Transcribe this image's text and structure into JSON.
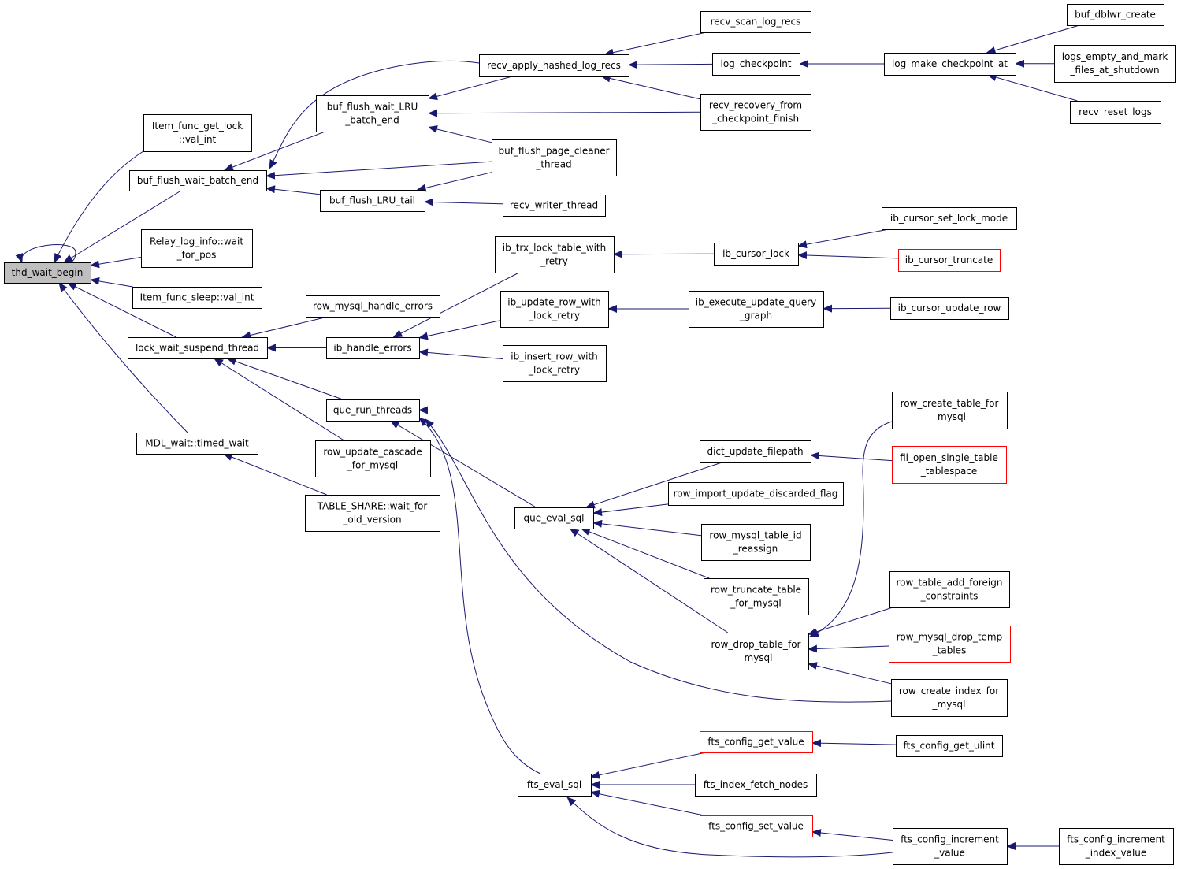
{
  "colors": {
    "edge": "#191970",
    "box_border": "#000000",
    "truncated_border": "#ff0000",
    "root_fill": "#bfbfbf"
  },
  "nodes": [
    {
      "id": "thd_wait_begin",
      "lines": [
        "thd_wait_begin"
      ],
      "root": true
    },
    {
      "id": "item_func_get_lock",
      "lines": [
        "Item_func_get_lock",
        "::val_int"
      ]
    },
    {
      "id": "buf_flush_wait_batch_end",
      "lines": [
        "buf_flush_wait_batch_end"
      ]
    },
    {
      "id": "relay_log_info_wait",
      "lines": [
        "Relay_log_info::wait",
        "_for_pos"
      ]
    },
    {
      "id": "item_func_sleep",
      "lines": [
        "Item_func_sleep::val_int"
      ]
    },
    {
      "id": "lock_wait_suspend_thread",
      "lines": [
        "lock_wait_suspend_thread"
      ]
    },
    {
      "id": "mdl_wait_timed_wait",
      "lines": [
        "MDL_wait::timed_wait"
      ]
    },
    {
      "id": "buf_flush_wait_lru_batch_end",
      "lines": [
        "buf_flush_wait_LRU",
        "_batch_end"
      ]
    },
    {
      "id": "buf_flush_lru_tail",
      "lines": [
        "buf_flush_LRU_tail"
      ]
    },
    {
      "id": "row_mysql_handle_errors",
      "lines": [
        "row_mysql_handle_errors"
      ]
    },
    {
      "id": "ib_handle_errors",
      "lines": [
        "ib_handle_errors"
      ]
    },
    {
      "id": "que_run_threads",
      "lines": [
        "que_run_threads"
      ]
    },
    {
      "id": "row_update_cascade_for_mysql",
      "lines": [
        "row_update_cascade",
        "_for_mysql"
      ]
    },
    {
      "id": "table_share_wait_for_old_version",
      "lines": [
        "TABLE_SHARE::wait_for",
        "_old_version"
      ]
    },
    {
      "id": "recv_apply_hashed_log_recs",
      "lines": [
        "recv_apply_hashed_log_recs"
      ]
    },
    {
      "id": "buf_flush_page_cleaner_thread",
      "lines": [
        "buf_flush_page_cleaner",
        "_thread"
      ]
    },
    {
      "id": "recv_writer_thread",
      "lines": [
        "recv_writer_thread"
      ]
    },
    {
      "id": "ib_trx_lock_table_with_retry",
      "lines": [
        "ib_trx_lock_table_with",
        "_retry"
      ]
    },
    {
      "id": "ib_update_row_with_lock_retry",
      "lines": [
        "ib_update_row_with",
        "_lock_retry"
      ]
    },
    {
      "id": "ib_insert_row_with_lock_retry",
      "lines": [
        "ib_insert_row_with",
        "_lock_retry"
      ]
    },
    {
      "id": "que_eval_sql",
      "lines": [
        "que_eval_sql"
      ]
    },
    {
      "id": "fts_eval_sql",
      "lines": [
        "fts_eval_sql"
      ]
    },
    {
      "id": "recv_scan_log_recs",
      "lines": [
        "recv_scan_log_recs"
      ]
    },
    {
      "id": "log_checkpoint",
      "lines": [
        "log_checkpoint"
      ]
    },
    {
      "id": "recv_recovery_from_checkpoint_finish",
      "lines": [
        "recv_recovery_from",
        "_checkpoint_finish"
      ]
    },
    {
      "id": "ib_cursor_lock",
      "lines": [
        "ib_cursor_lock"
      ]
    },
    {
      "id": "ib_execute_update_query_graph",
      "lines": [
        "ib_execute_update_query",
        "_graph"
      ]
    },
    {
      "id": "dict_update_filepath",
      "lines": [
        "dict_update_filepath"
      ]
    },
    {
      "id": "row_import_update_discarded_flag",
      "lines": [
        "row_import_update_discarded_flag"
      ]
    },
    {
      "id": "row_mysql_table_id_reassign",
      "lines": [
        "row_mysql_table_id",
        "_reassign"
      ]
    },
    {
      "id": "row_truncate_table_for_mysql",
      "lines": [
        "row_truncate_table",
        "_for_mysql"
      ]
    },
    {
      "id": "row_drop_table_for_mysql",
      "lines": [
        "row_drop_table_for",
        "_mysql"
      ]
    },
    {
      "id": "fts_config_get_value",
      "lines": [
        "fts_config_get_value"
      ],
      "truncated": true
    },
    {
      "id": "fts_index_fetch_nodes",
      "lines": [
        "fts_index_fetch_nodes"
      ]
    },
    {
      "id": "fts_config_set_value",
      "lines": [
        "fts_config_set_value"
      ],
      "truncated": true
    },
    {
      "id": "log_make_checkpoint_at",
      "lines": [
        "log_make_checkpoint_at"
      ]
    },
    {
      "id": "ib_cursor_set_lock_mode",
      "lines": [
        "ib_cursor_set_lock_mode"
      ]
    },
    {
      "id": "ib_cursor_truncate",
      "lines": [
        "ib_cursor_truncate"
      ],
      "truncated": true
    },
    {
      "id": "ib_cursor_update_row",
      "lines": [
        "ib_cursor_update_row"
      ]
    },
    {
      "id": "row_create_table_for_mysql",
      "lines": [
        "row_create_table_for",
        "_mysql"
      ]
    },
    {
      "id": "fil_open_single_table_tablespace",
      "lines": [
        "fil_open_single_table",
        "_tablespace"
      ],
      "truncated": true
    },
    {
      "id": "row_table_add_foreign_constraints",
      "lines": [
        "row_table_add_foreign",
        "_constraints"
      ]
    },
    {
      "id": "row_mysql_drop_temp_tables",
      "lines": [
        "row_mysql_drop_temp",
        "_tables"
      ],
      "truncated": true
    },
    {
      "id": "row_create_index_for_mysql",
      "lines": [
        "row_create_index_for",
        "_mysql"
      ]
    },
    {
      "id": "fts_config_get_ulint",
      "lines": [
        "fts_config_get_ulint"
      ]
    },
    {
      "id": "fts_config_increment_value",
      "lines": [
        "fts_config_increment",
        "_value"
      ]
    },
    {
      "id": "buf_dblwr_create",
      "lines": [
        "buf_dblwr_create"
      ]
    },
    {
      "id": "logs_empty_and_mark_files_at_shutdown",
      "lines": [
        "logs_empty_and_mark",
        "_files_at_shutdown"
      ]
    },
    {
      "id": "recv_reset_logs",
      "lines": [
        "recv_reset_logs"
      ]
    },
    {
      "id": "fts_config_increment_index_value",
      "lines": [
        "fts_config_increment",
        "_index_value"
      ]
    }
  ],
  "edges": [
    [
      "thd_wait_begin",
      "thd_wait_begin"
    ],
    [
      "thd_wait_begin",
      "item_func_get_lock"
    ],
    [
      "thd_wait_begin",
      "buf_flush_wait_batch_end"
    ],
    [
      "thd_wait_begin",
      "relay_log_info_wait"
    ],
    [
      "thd_wait_begin",
      "item_func_sleep"
    ],
    [
      "thd_wait_begin",
      "lock_wait_suspend_thread"
    ],
    [
      "thd_wait_begin",
      "mdl_wait_timed_wait"
    ],
    [
      "buf_flush_wait_batch_end",
      "recv_apply_hashed_log_recs"
    ],
    [
      "buf_flush_wait_batch_end",
      "buf_flush_wait_lru_batch_end"
    ],
    [
      "buf_flush_wait_batch_end",
      "buf_flush_page_cleaner_thread"
    ],
    [
      "buf_flush_wait_batch_end",
      "buf_flush_lru_tail"
    ],
    [
      "buf_flush_wait_lru_batch_end",
      "recv_apply_hashed_log_recs"
    ],
    [
      "buf_flush_wait_lru_batch_end",
      "recv_recovery_from_checkpoint_finish"
    ],
    [
      "buf_flush_wait_lru_batch_end",
      "buf_flush_page_cleaner_thread"
    ],
    [
      "buf_flush_lru_tail",
      "buf_flush_page_cleaner_thread"
    ],
    [
      "buf_flush_lru_tail",
      "recv_writer_thread"
    ],
    [
      "recv_apply_hashed_log_recs",
      "recv_scan_log_recs"
    ],
    [
      "recv_apply_hashed_log_recs",
      "log_checkpoint"
    ],
    [
      "recv_apply_hashed_log_recs",
      "recv_recovery_from_checkpoint_finish"
    ],
    [
      "log_checkpoint",
      "log_make_checkpoint_at"
    ],
    [
      "log_make_checkpoint_at",
      "buf_dblwr_create"
    ],
    [
      "log_make_checkpoint_at",
      "logs_empty_and_mark_files_at_shutdown"
    ],
    [
      "log_make_checkpoint_at",
      "recv_reset_logs"
    ],
    [
      "lock_wait_suspend_thread",
      "row_mysql_handle_errors"
    ],
    [
      "lock_wait_suspend_thread",
      "ib_handle_errors"
    ],
    [
      "lock_wait_suspend_thread",
      "que_run_threads"
    ],
    [
      "lock_wait_suspend_thread",
      "row_update_cascade_for_mysql"
    ],
    [
      "mdl_wait_timed_wait",
      "table_share_wait_for_old_version"
    ],
    [
      "ib_handle_errors",
      "ib_trx_lock_table_with_retry"
    ],
    [
      "ib_handle_errors",
      "ib_update_row_with_lock_retry"
    ],
    [
      "ib_handle_errors",
      "ib_insert_row_with_lock_retry"
    ],
    [
      "ib_trx_lock_table_with_retry",
      "ib_cursor_lock"
    ],
    [
      "ib_cursor_lock",
      "ib_cursor_set_lock_mode"
    ],
    [
      "ib_cursor_lock",
      "ib_cursor_truncate"
    ],
    [
      "ib_update_row_with_lock_retry",
      "ib_execute_update_query_graph"
    ],
    [
      "ib_execute_update_query_graph",
      "ib_cursor_update_row"
    ],
    [
      "que_run_threads",
      "row_create_table_for_mysql"
    ],
    [
      "que_run_threads",
      "que_eval_sql"
    ],
    [
      "que_run_threads",
      "fts_eval_sql"
    ],
    [
      "que_run_threads",
      "row_create_index_for_mysql"
    ],
    [
      "que_eval_sql",
      "dict_update_filepath"
    ],
    [
      "que_eval_sql",
      "row_import_update_discarded_flag"
    ],
    [
      "que_eval_sql",
      "row_mysql_table_id_reassign"
    ],
    [
      "que_eval_sql",
      "row_truncate_table_for_mysql"
    ],
    [
      "que_eval_sql",
      "row_drop_table_for_mysql"
    ],
    [
      "dict_update_filepath",
      "fil_open_single_table_tablespace"
    ],
    [
      "row_drop_table_for_mysql",
      "row_create_table_for_mysql"
    ],
    [
      "row_drop_table_for_mysql",
      "row_table_add_foreign_constraints"
    ],
    [
      "row_drop_table_for_mysql",
      "row_mysql_drop_temp_tables"
    ],
    [
      "row_drop_table_for_mysql",
      "row_create_index_for_mysql"
    ],
    [
      "fts_eval_sql",
      "fts_config_get_value"
    ],
    [
      "fts_eval_sql",
      "fts_index_fetch_nodes"
    ],
    [
      "fts_eval_sql",
      "fts_config_set_value"
    ],
    [
      "fts_eval_sql",
      "fts_config_increment_value"
    ],
    [
      "fts_config_get_value",
      "fts_config_get_ulint"
    ],
    [
      "fts_config_set_value",
      "fts_config_increment_value"
    ],
    [
      "fts_config_increment_value",
      "fts_config_increment_index_value"
    ]
  ]
}
